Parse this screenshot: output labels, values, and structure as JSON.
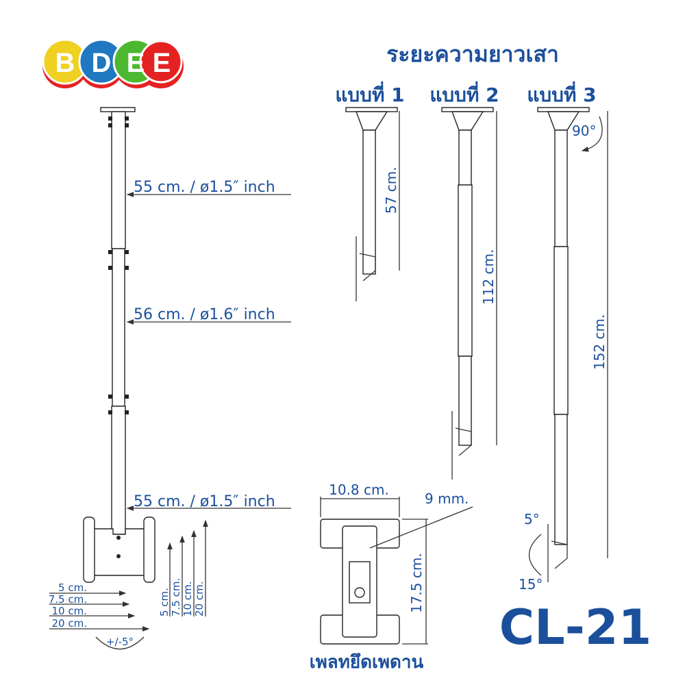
{
  "logo": {
    "letters": [
      "B",
      "D",
      "E",
      "E"
    ],
    "colors": [
      "#f0d020",
      "#1f78c0",
      "#4cb830",
      "#e52222"
    ],
    "shadow": "#e52222"
  },
  "title": "ระยะความยาวเสา",
  "variants": [
    {
      "label": "แบบที่ 1",
      "length": "57 cm."
    },
    {
      "label": "แบบที่ 2",
      "length": "112 cm."
    },
    {
      "label": "แบบที่ 3",
      "length": "152 cm."
    }
  ],
  "angles": {
    "top": "90°",
    "up": "5°",
    "down": "15°",
    "swivel": "+/-5°"
  },
  "pole_sections": [
    "55 cm. / ø1.5″ inch",
    "56 cm. / ø1.6″ inch",
    "55 cm. / ø1.5″ inch"
  ],
  "vesa_horizontal": [
    "5 cm.",
    "7.5 cm.",
    "10 cm.",
    "20 cm."
  ],
  "vesa_vertical": [
    "5 cm.",
    "7.5 cm.",
    "10 cm.",
    "20 cm."
  ],
  "plate": {
    "width": "10.8 cm.",
    "hole": "9 mm.",
    "height": "17.5 cm.",
    "caption": "เพลทยึดเพดาน"
  },
  "model": "CL-21",
  "text_color": "#1b4f9c"
}
